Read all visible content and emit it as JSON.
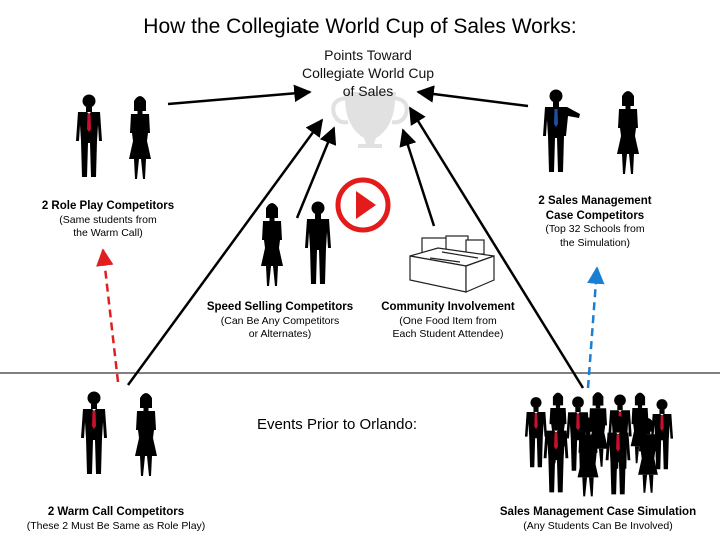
{
  "title": "How the Collegiate World Cup of Sales Works:",
  "trophy": {
    "line1": "Points Toward",
    "line2": "Collegiate World Cup",
    "line3": "of Sales",
    "icon": "trophy-icon"
  },
  "role_play": {
    "title": "2 Role Play Competitors",
    "sub1": "(Same students from",
    "sub2": "the Warm Call)"
  },
  "sales_mgmt_case": {
    "title1": "2 Sales Management",
    "title2": "Case Competitors",
    "sub1": "(Top 32 Schools from",
    "sub2": "the Simulation)"
  },
  "speed_selling": {
    "title": "Speed Selling Competitors",
    "sub1": "(Can Be Any Competitors",
    "sub2": "or Alternates)"
  },
  "community": {
    "title": "Community Involvement",
    "sub1": "(One Food Item from",
    "sub2": "Each Student Attendee)",
    "icon": "food-box-icon"
  },
  "prior_label": "Events Prior to Orlando:",
  "warm_call": {
    "title": "2 Warm Call Competitors",
    "sub": "(These 2 Must Be Same as Role Play)"
  },
  "simulation": {
    "title": "Sales Management Case Simulation",
    "sub": "(Any Students Can Be Involved)"
  },
  "play_button": {
    "icon": "play-icon",
    "color": "#e31b1b"
  },
  "colors": {
    "arrow": "#000000",
    "red_dashed": "#e02020",
    "blue_dashed": "#1a7fd4",
    "tie_red": "#c8102e",
    "tie_blue": "#1f4e9e"
  }
}
